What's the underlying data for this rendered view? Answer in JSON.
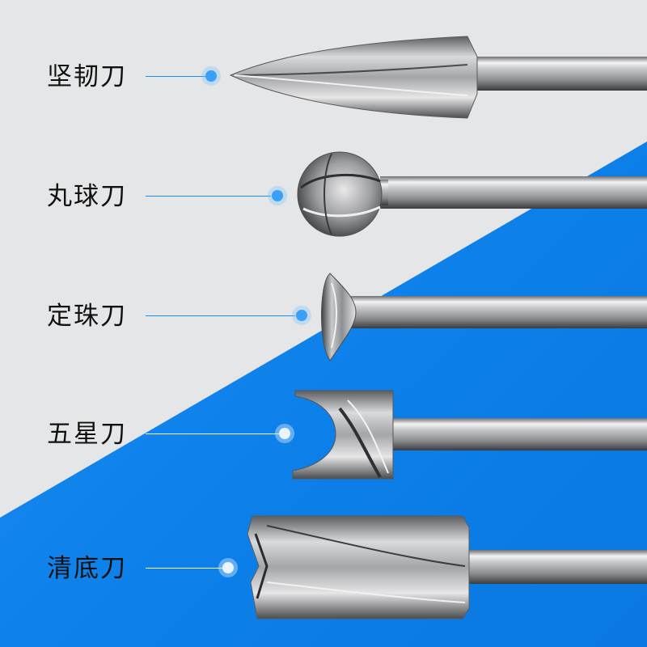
{
  "tools": [
    {
      "label": "坚韧刀",
      "dot_color": "#1a8ef4"
    },
    {
      "label": "丸球刀",
      "dot_color": "#1a8ef4"
    },
    {
      "label": "定珠刀",
      "dot_color": "#1a8ef4"
    },
    {
      "label": "五星刀",
      "dot_color": "#ffffff"
    },
    {
      "label": "清底刀",
      "dot_color": "#ffffff"
    }
  ],
  "colors": {
    "background_grey": "#e5e6e7",
    "background_blue": "#1e8ff6",
    "accent": "#1a8ef4",
    "label_text": "#111111"
  }
}
